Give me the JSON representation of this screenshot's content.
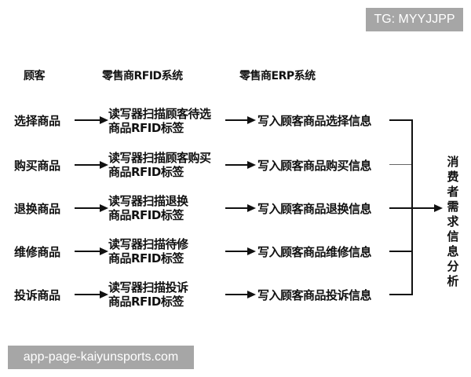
{
  "watermarks": {
    "top_right": "TG: MYYJJPP",
    "bottom_left": "app-page-kaiyunsports.com"
  },
  "headers": {
    "customer": "顾客",
    "rfid_system": "零售商RFID系统",
    "erp_system": "零售商ERP系统"
  },
  "rows": [
    {
      "customer_action": "选择商品",
      "rfid_line1": "读写器扫描顾客待选",
      "rfid_line2": "商品RFID标签",
      "erp_action": "写入顾客商品选择信息"
    },
    {
      "customer_action": "购买商品",
      "rfid_line1": "读写器扫描顾客购买",
      "rfid_line2": "商品RFID标签",
      "erp_action": "写入顾客商品购买信息"
    },
    {
      "customer_action": "退换商品",
      "rfid_line1": "读写器扫描退换",
      "rfid_line2": "商品RFID标签",
      "erp_action": "写入顾客商品退换信息"
    },
    {
      "customer_action": "维修商品",
      "rfid_line1": "读写器扫描待修",
      "rfid_line2": "商品RFID标签",
      "erp_action": "写入顾客商品维修信息"
    },
    {
      "customer_action": "投诉商品",
      "rfid_line1": "读写器扫描投诉",
      "rfid_line2": "商品RFID标签",
      "erp_action": "写入顾客商品投诉信息"
    }
  ],
  "result": {
    "label": "消费者需求信息分析",
    "chars": [
      "消",
      "费",
      "者",
      "需",
      "求",
      "信",
      "息",
      "分",
      "析"
    ]
  }
}
